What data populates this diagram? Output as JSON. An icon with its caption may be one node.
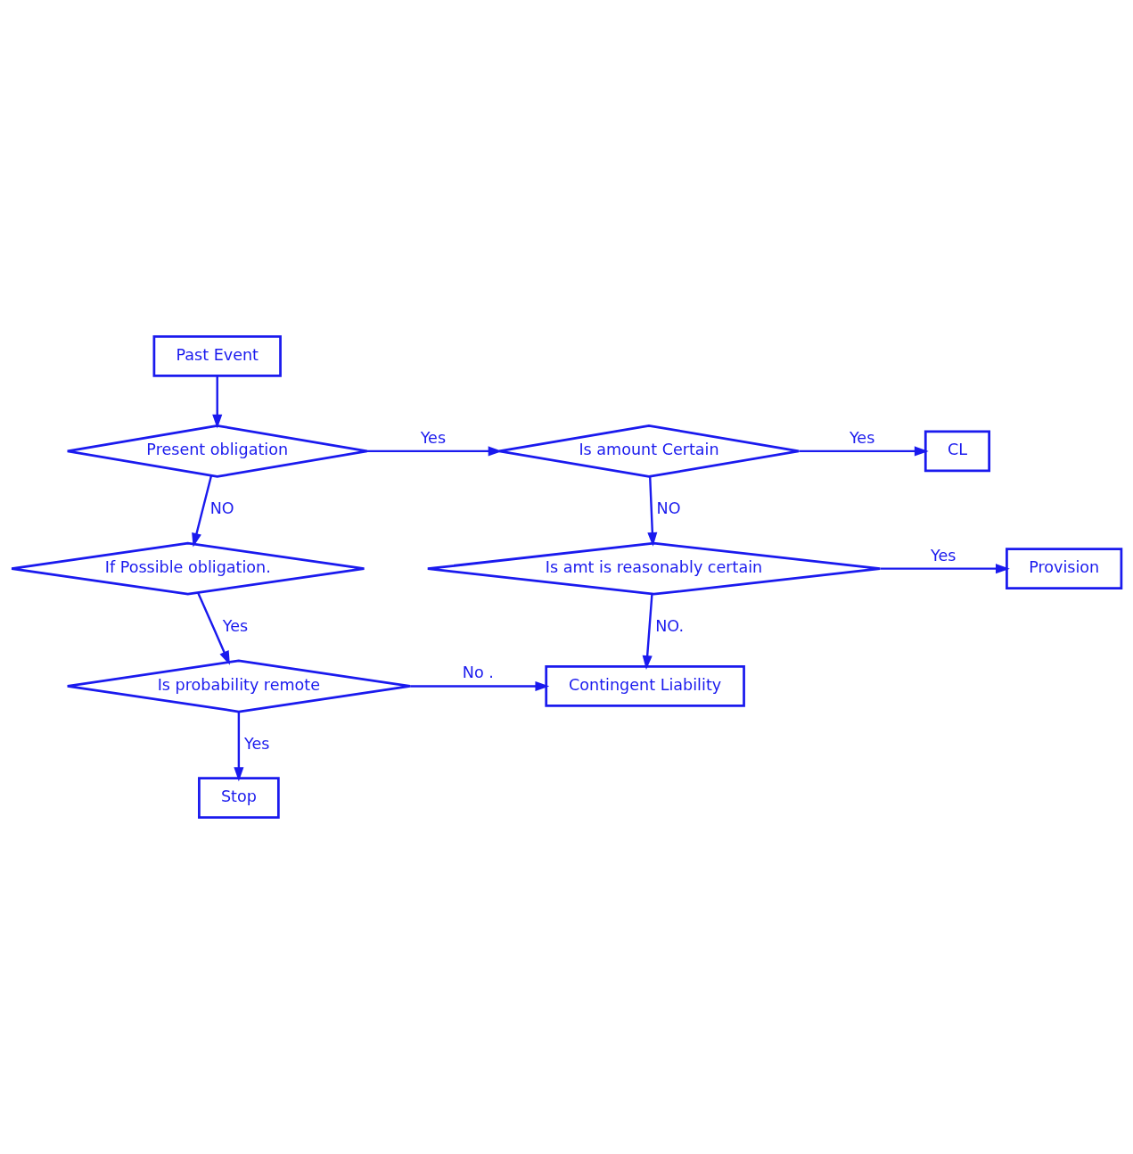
{
  "diagram": {
    "nodes": [
      {
        "text": [
          "Past Event"
        ]
      },
      {
        "text": [
          "Present obligation"
        ]
      },
      {
        "text": [
          "Is amount Certain"
        ]
      },
      {
        "text": [
          "CL"
        ]
      },
      {
        "text": [
          "If Possible obligation."
        ]
      },
      {
        "text": [
          "Is amt is reasonably certain"
        ]
      },
      {
        "text": [
          "Provision"
        ]
      },
      {
        "text": [
          "Is probability remote"
        ]
      },
      {
        "text": [
          "Contingent Liability"
        ]
      },
      {
        "text": [
          "Stop"
        ]
      }
    ],
    "edges": [
      {
        "from": 0,
        "to": 1,
        "arrow": "to"
      },
      {
        "from": 1,
        "to": 2,
        "arrow": "to",
        "label": "Yes"
      },
      {
        "from": 2,
        "to": 3,
        "arrow": "to",
        "label": "Yes"
      },
      {
        "from": 1,
        "to": 4,
        "arrow": "to",
        "label": "NO"
      },
      {
        "from": 2,
        "to": 5,
        "arrow": "to",
        "label": "NO"
      },
      {
        "from": 5,
        "to": 6,
        "arrow": "to",
        "label": "Yes"
      },
      {
        "from": 4,
        "to": 7,
        "arrow": "to",
        "label": "Yes"
      },
      {
        "from": 5,
        "to": 8,
        "arrow": "to",
        "label": "NO."
      },
      {
        "from": 7,
        "to": 8,
        "arrow": "to",
        "label": "No ."
      },
      {
        "from": 7,
        "to": 9,
        "arrow": "to",
        "label": "Yes"
      }
    ]
  }
}
